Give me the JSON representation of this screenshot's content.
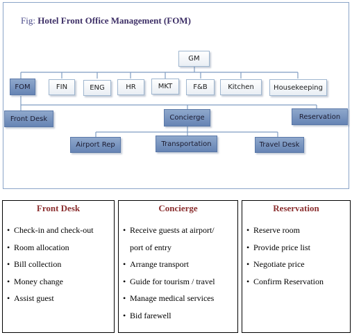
{
  "figure": {
    "prefix": "Fig:",
    "title": "Hotel Front Office Management (FOM)"
  },
  "org_chart": {
    "top": "GM",
    "departments": [
      "FOM",
      "FIN",
      "ENG",
      "HR",
      "MKT",
      "F&B",
      "Kitchen",
      "Housekeeping"
    ],
    "fom_units": [
      "Front Desk",
      "Concierge",
      "Reservation"
    ],
    "concierge_units": [
      "Airport Rep",
      "Transportation",
      "Travel Desk"
    ]
  },
  "panels": [
    {
      "title": "Front Desk",
      "items": [
        "Check-in and check-out",
        "Room allocation",
        "Bill collection",
        "Money change",
        "Assist guest"
      ]
    },
    {
      "title": "Concierge",
      "items": [
        "Receive guests at airport/",
        "port of entry",
        "Arrange transport",
        "Guide for tourism / travel",
        "Manage medical services",
        "Bid farewell"
      ]
    },
    {
      "title": "Reservation",
      "items": [
        "Reserve room",
        "Provide price list",
        "Negotiate price",
        "Confirm Reservation"
      ]
    }
  ]
}
